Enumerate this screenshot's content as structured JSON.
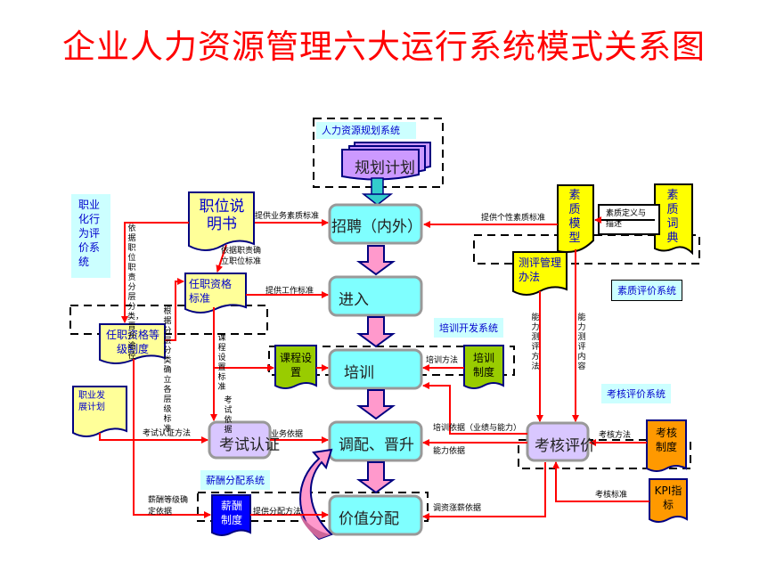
{
  "title": "企业人力资源管理六大运行系统模式关系图",
  "systems": {
    "hr_planning": "人力资源规划系统",
    "career_eval": "职业化行为评价系统",
    "competency_eval": "素质评价系统",
    "training_dev": "培训开发系统",
    "performance_eval": "考核评价系统",
    "compensation": "薪酬分配系统"
  },
  "process_steps": {
    "plan": "规划计划",
    "recruit": "招聘（内外）",
    "entry": "进入",
    "training": "培训",
    "transfer": "调配、晋升",
    "value_dist": "价值分配",
    "exam_cert": "考试认证",
    "appraisal": "考核评价"
  },
  "documents": {
    "job_desc": "职位说明书",
    "qualification_std": "任职资格标准",
    "qualification_grade": "任职资格等级制度",
    "career_plan": "职业发展计划",
    "competency_model": "素质模型",
    "competency_dict": "素质词典",
    "assessment_mgmt": "测评管理办法",
    "course_setup": "课程设置",
    "training_policy": "培训制度",
    "appraisal_policy": "考核制度",
    "kpi": "KPI指标",
    "salary_policy": "薪酬制度"
  },
  "labels": {
    "provide_business_competency_std": "提供业务素质标准",
    "provide_individual_competency_std": "提供个性素质标准",
    "competency_definition": "素质定义与描述",
    "job_duty_standard": "依据职责确立职位标准",
    "provide_work_std": "提供工作标准",
    "by_job_duty_classify": "依据职位职责分层分类，晋升途径",
    "by_layer_classify": "根据分层分类确立各层级标准",
    "course_std": "课程设置标准",
    "exam_basis": "考试依据",
    "exam_cert_method": "考试认证方法",
    "business_basis": "业务依据",
    "ability_test_method": "能力测评方法",
    "ability_test_content": "能力测评内容",
    "training_method": "培训方法",
    "training_basis": "培训依据（业绩与能力）",
    "ability_basis": "能力依据",
    "appraisal_method": "考核方法",
    "appraisal_std": "考核标准",
    "salary_adjust_basis": "调资涨薪依据",
    "salary_grade_basis": "薪酬等级确定依据",
    "provide_dist_method": "提供分配方法"
  },
  "colors": {
    "title": "#ff0000",
    "arrow": "#ff0000",
    "process_fill": "#7fffff",
    "process_alt_fill": "#d9c7ff",
    "doc_yellow": "#ffff99",
    "doc_bright_yellow": "#ffff00",
    "doc_green": "#99cc00",
    "doc_orange": "#ff9900",
    "doc_blue": "#0000ff",
    "big_arrow_fill": "#ff99cc",
    "system_label_bg": "#ccffff"
  }
}
